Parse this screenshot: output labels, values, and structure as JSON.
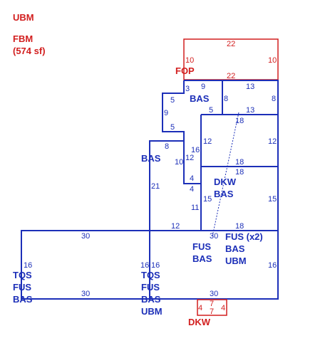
{
  "header": {
    "title": "UBM",
    "subtitle": "FBM",
    "area": "(574 sf)"
  },
  "colors": {
    "main_lines": "#1c2fb8",
    "secondary_lines": "#d21e1e",
    "background": "#ffffff"
  },
  "rooms": {
    "fop": "FOP",
    "bas_top": "BAS",
    "bas_mid": "BAS",
    "dkw_bas": [
      "DKW",
      "BAS"
    ],
    "fus_bas": [
      "FUS",
      "BAS"
    ],
    "fus_x2": [
      "FUS (x2)",
      "BAS",
      "UBM"
    ],
    "left_block": [
      "TQS",
      "FUS",
      "BAS"
    ],
    "center_block": [
      "TQS",
      "FUS",
      "BAS",
      "UBM"
    ],
    "dkw_bottom": "DKW"
  },
  "dims": {
    "fop_top": "22",
    "fop_left": "10",
    "fop_right": "10",
    "fop_bottom": "22",
    "bas_9": "9",
    "bas_3": "3",
    "bas_5a": "5",
    "bas_9b": "9",
    "bas_5b": "5",
    "r13_left": "8",
    "r13_right": "8",
    "r13_top": "13",
    "r13_bottom": "13",
    "r13_5": "5",
    "box1_top": "18",
    "box1_left": "12",
    "box1_right": "12",
    "box1_bottom": "18",
    "box2_top": "18",
    "box2_right": "15",
    "box2_left": "15",
    "box2_bottom": "18",
    "step_8": "8",
    "step_16": "16",
    "step_10": "10",
    "step_12": "12",
    "step_4a": "4",
    "step_4b": "4",
    "side_21": "21",
    "side_11": "11",
    "bot_12": "12",
    "big_top": "30",
    "big_30b": "30",
    "big_left": "16",
    "big_mid_left": "16",
    "big_mid_right": "16",
    "big_right": "16",
    "big_bottom_left": "30",
    "big_bottom_right": "30",
    "dkw_left": "4",
    "dkw_right": "4",
    "dkw_top": "7",
    "dkw_bottom": "7"
  }
}
